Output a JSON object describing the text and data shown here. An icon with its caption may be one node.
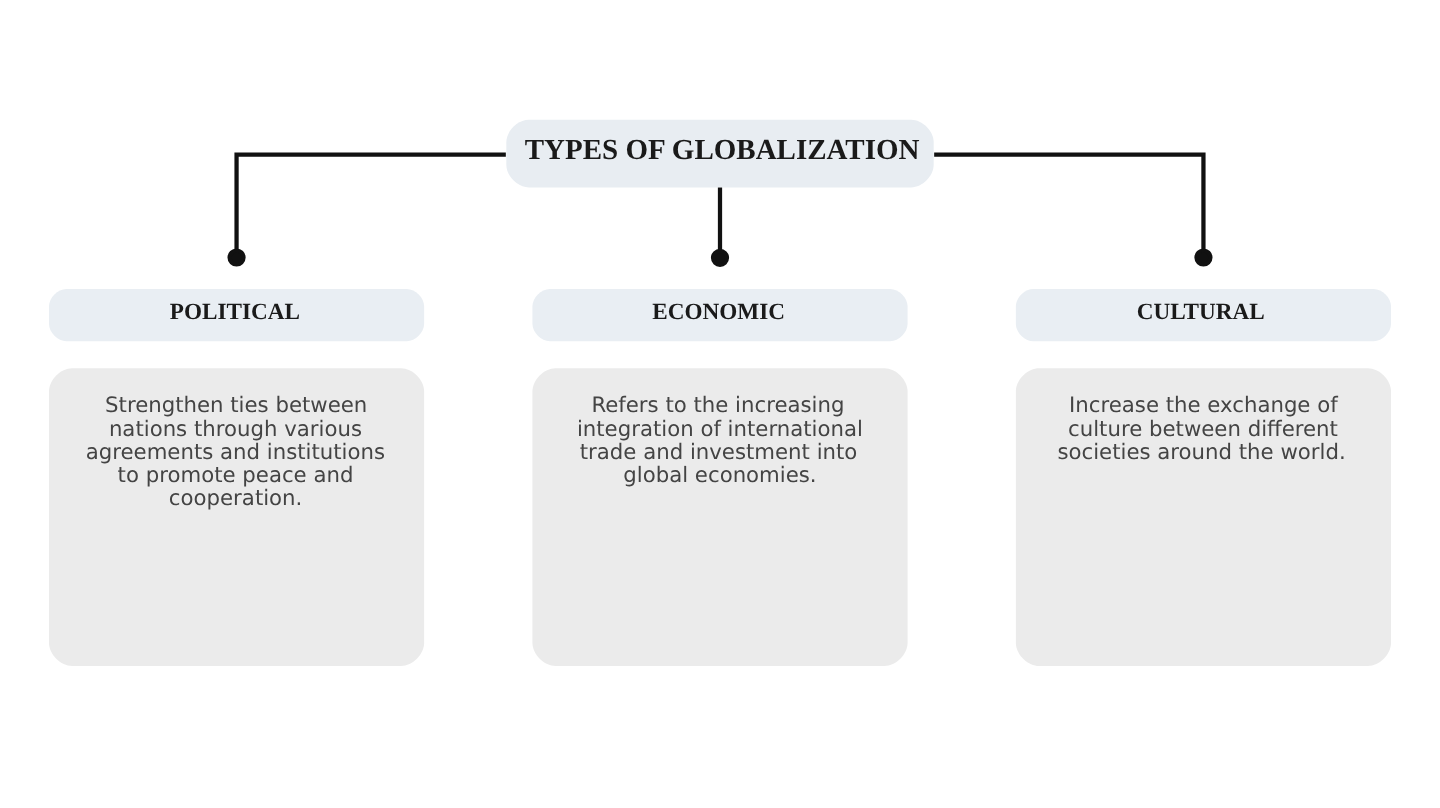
{
  "diagram": {
    "nodes": [
      {
        "text": [
          "TYPES OF GLOBALIZATION"
        ]
      },
      {
        "text": [
          "POLITICAL",
          "Strengthen ties between nations through various agreements and institutions to promote peace and cooperation."
        ]
      },
      {
        "text": [
          "ECONOMIC",
          "Refers to the increasing integration of international trade and investment into global economies."
        ]
      },
      {
        "text": [
          "CULTURAL",
          "Increase the exchange of culture between different societies around the world."
        ]
      }
    ],
    "edges": [
      {
        "from": 0,
        "to": 1,
        "arrow": "other"
      },
      {
        "from": 0,
        "to": 2,
        "arrow": "other"
      },
      {
        "from": 0,
        "to": 3,
        "arrow": "other"
      }
    ]
  }
}
